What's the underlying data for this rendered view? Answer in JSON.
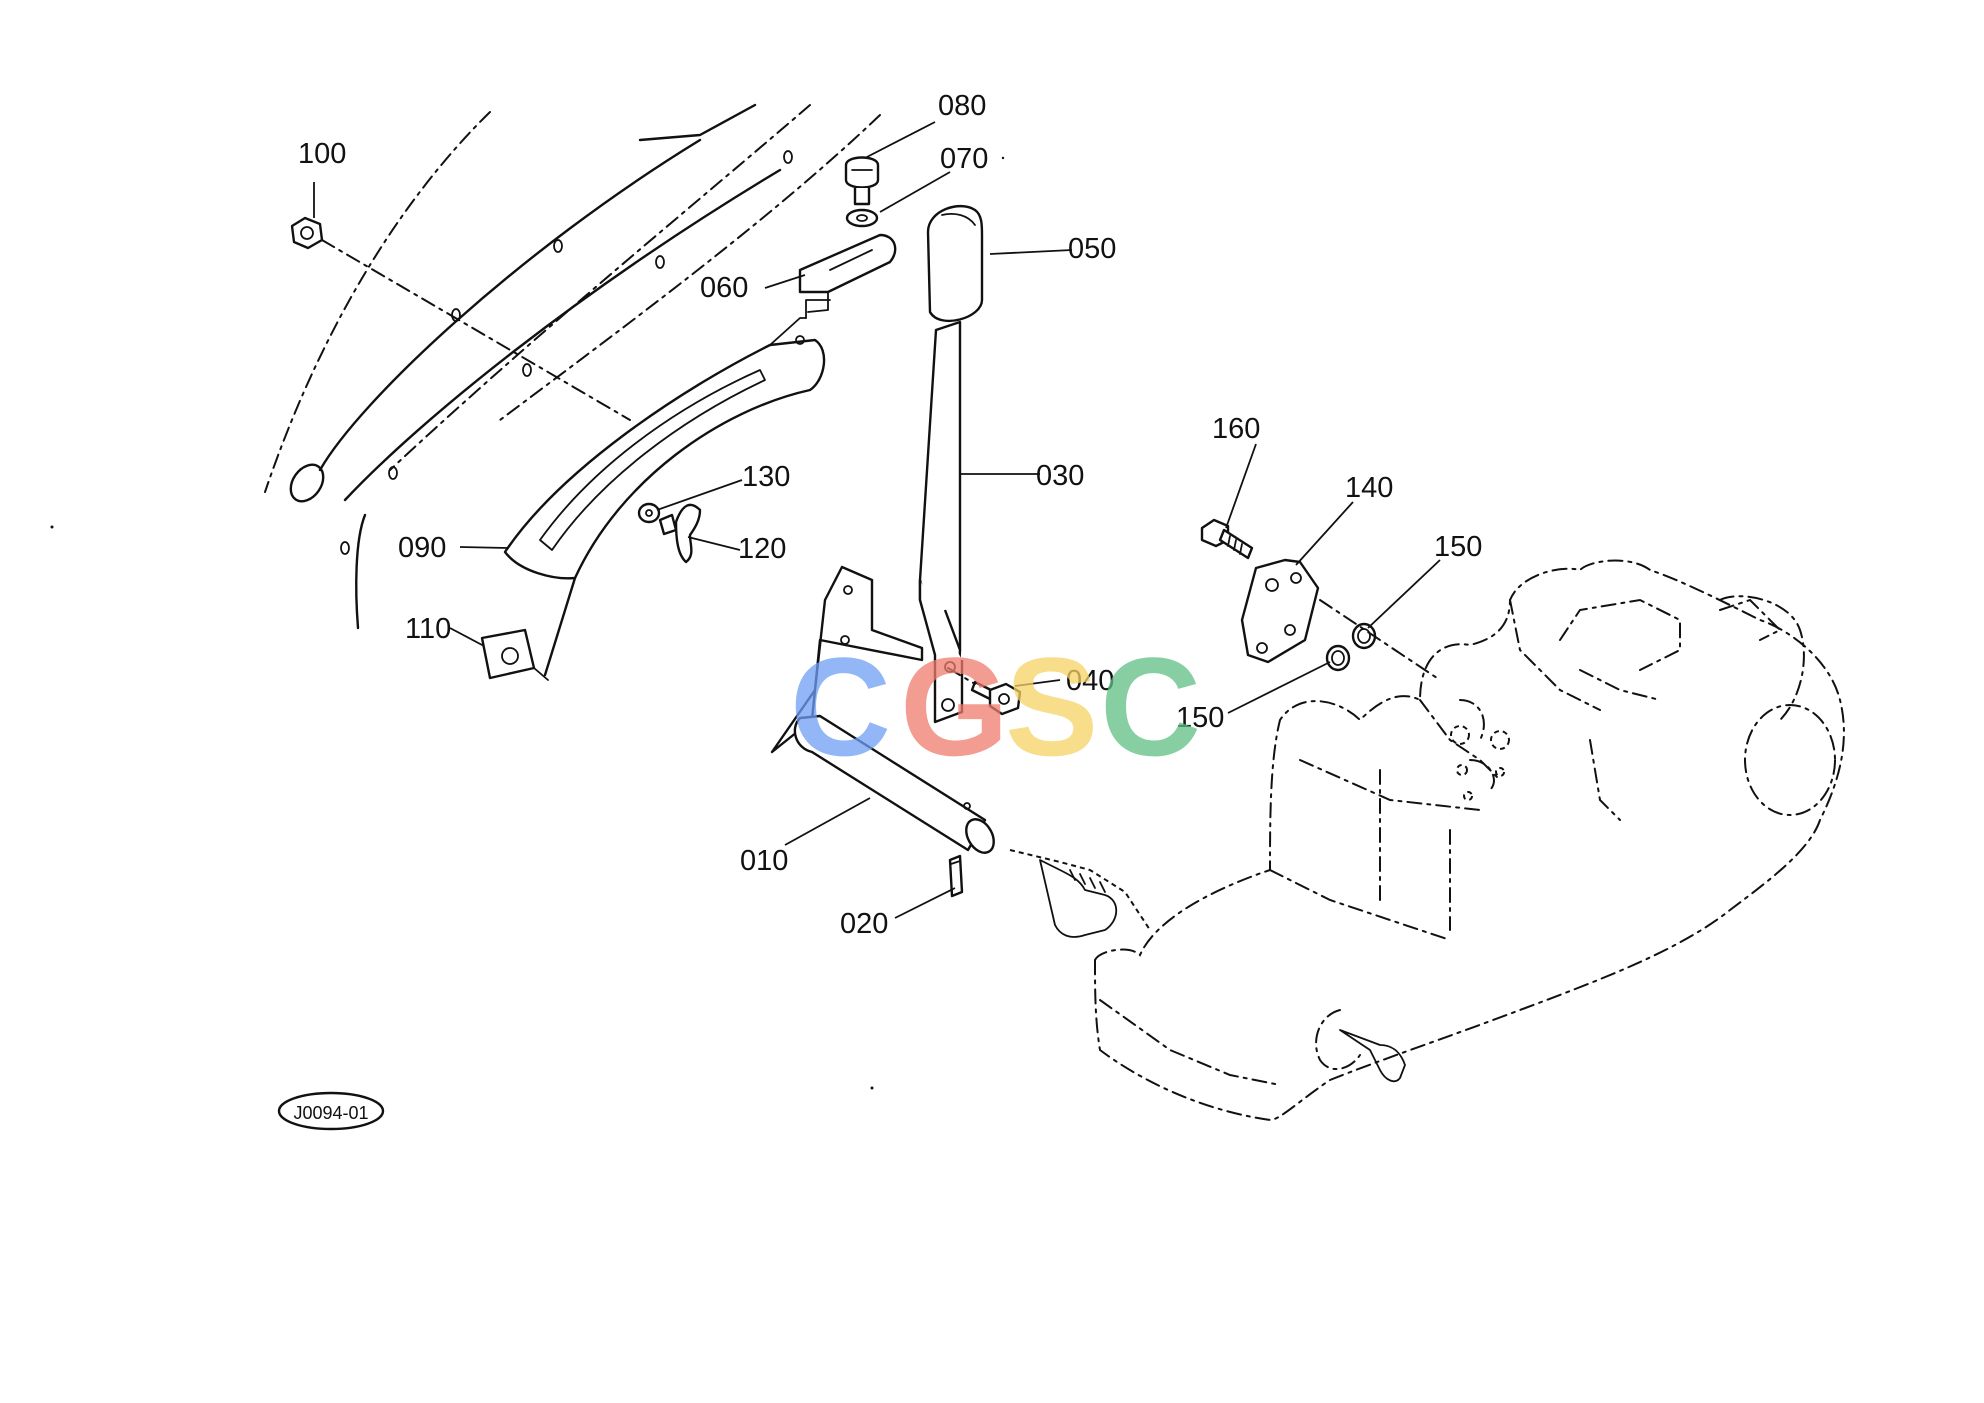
{
  "diagram_code": "J0094-01",
  "watermark": {
    "letters": [
      "C",
      "G",
      "S",
      "C"
    ],
    "colors": [
      "#6f9ef5",
      "#ef7b6d",
      "#f6d365",
      "#5fbf85"
    ]
  },
  "callouts": {
    "c010": "010",
    "c020": "020",
    "c030": "030",
    "c040": "040",
    "c050": "050",
    "c060": "060",
    "c070": "070",
    "c080": "080",
    "c090": "090",
    "c100": "100",
    "c110": "110",
    "c120": "120",
    "c130": "130",
    "c140": "140",
    "c150a": "150",
    "c150b": "150",
    "c160": "160"
  }
}
